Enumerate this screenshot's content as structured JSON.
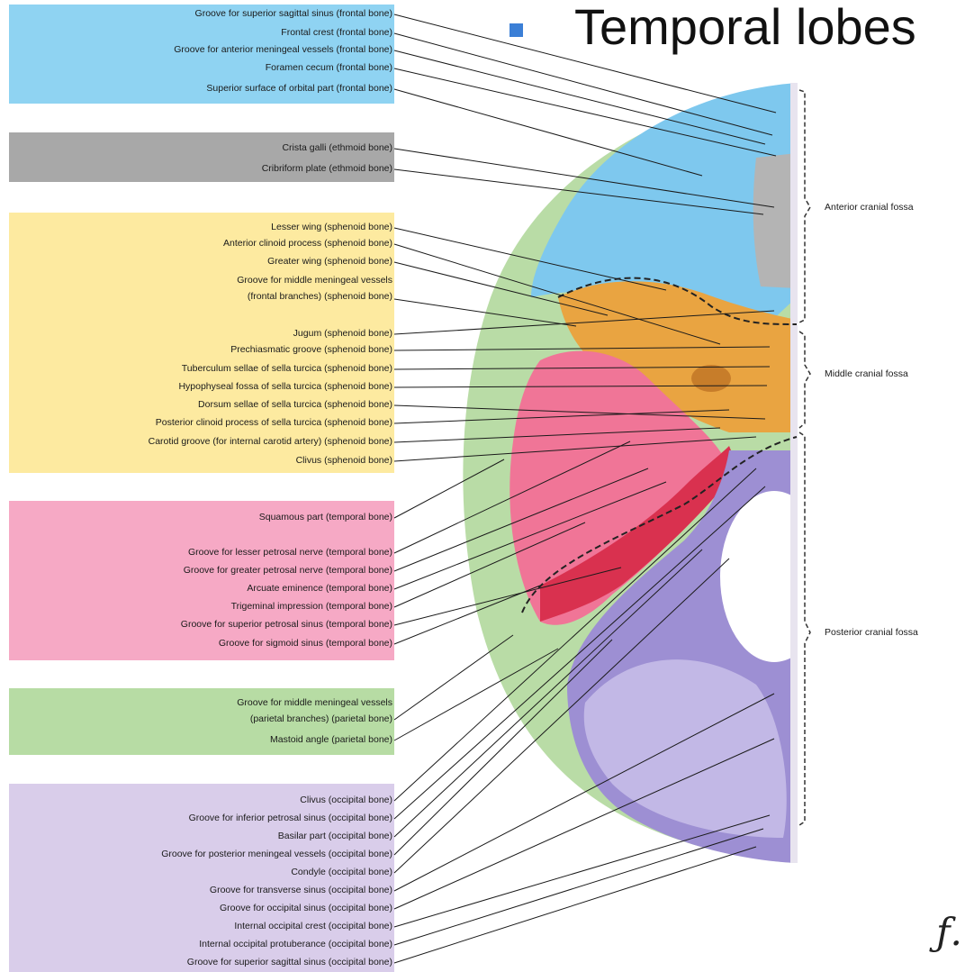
{
  "title": "Temporal lobes",
  "colors": {
    "frontal": "#8fd3f2",
    "ethmoid": "#a8a8a8",
    "sphenoid": "#fdeaa0",
    "temporal": "#f6a9c5",
    "parietal": "#b7dca4",
    "occipital": "#d9cdea"
  },
  "groups": [
    {
      "bone": "frontal",
      "labels": [
        "Groove for superior sagittal sinus (frontal bone)",
        "Frontal crest (frontal bone)",
        "Groove for anterior meningeal vessels (frontal bone)",
        "Foramen cecum (frontal bone)",
        "Superior surface of orbital part (frontal bone)"
      ]
    },
    {
      "bone": "ethmoid",
      "labels": [
        "Crista galli (ethmoid bone)",
        "Cribriform plate (ethmoid bone)"
      ]
    },
    {
      "bone": "sphenoid",
      "labels": [
        "Lesser wing (sphenoid bone)",
        "Anterior clinoid process (sphenoid bone)",
        "Greater wing (sphenoid bone)",
        "Groove for middle meningeal vessels",
        "(frontal branches) (sphenoid bone)",
        "Jugum (sphenoid bone)",
        "Prechiasmatic groove (sphenoid bone)",
        "Tuberculum sellae of sella turcica (sphenoid bone)",
        "Hypophyseal fossa of sella turcica (sphenoid bone)",
        "Dorsum sellae of sella turcica (sphenoid bone)",
        "Posterior clinoid process of sella turcica (sphenoid bone)",
        "Carotid groove (for internal carotid artery) (sphenoid bone)",
        "Clivus (sphenoid bone)"
      ]
    },
    {
      "bone": "temporal",
      "labels": [
        "Squamous part (temporal bone)",
        "Groove for lesser petrosal nerve (temporal bone)",
        "Groove for greater petrosal nerve (temporal bone)",
        "Arcuate eminence (temporal bone)",
        "Trigeminal impression (temporal bone)",
        "Groove for superior petrosal sinus (temporal bone)",
        "Groove for sigmoid sinus (temporal bone)"
      ]
    },
    {
      "bone": "parietal",
      "labels": [
        "Groove for middle meningeal vessels",
        "(parietal branches) (parietal bone)",
        "Mastoid angle (parietal bone)"
      ]
    },
    {
      "bone": "occipital",
      "labels": [
        "Clivus (occipital bone)",
        "Groove for inferior petrosal sinus (occipital bone)",
        "Basilar part (occipital bone)",
        "Groove for posterior meningeal vessels (occipital bone)",
        "Condyle (occipital bone)",
        "Groove for transverse sinus (occipital bone)",
        "Groove for occipital sinus (occipital bone)",
        "Internal occipital crest (occipital bone)",
        "Internal occipital protuberance (occipital bone)",
        "Groove for superior sagittal sinus (occipital bone)"
      ]
    }
  ],
  "fossae": [
    "Anterior cranial fossa",
    "Middle cranial fossa",
    "Posterior cranial fossa"
  ]
}
